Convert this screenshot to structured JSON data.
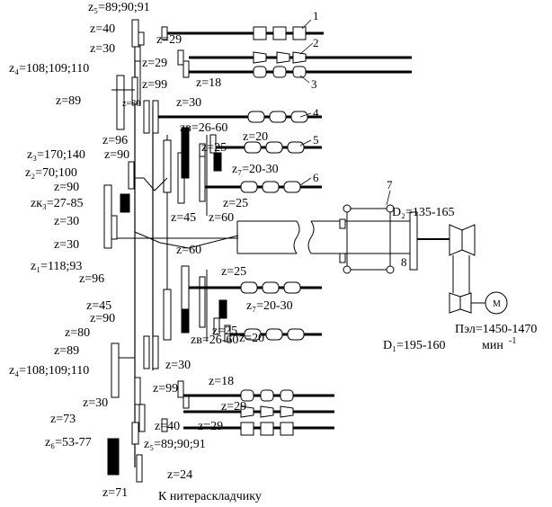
{
  "labels": {
    "z5_top": "z₅=89;90;91",
    "z40_top": "z=40",
    "z29_a": "z=29",
    "z30_top": "z=30",
    "z29_b": "z=29",
    "z4_top": "z₄=108;109;110",
    "z18_top": "z=18",
    "z99_top": "z=99",
    "z89_top": "z=89",
    "z80_top": "z=80",
    "z30_mid": "z=30",
    "zv_top": "zв=26-60",
    "z96_top": "z=96",
    "z20_top": "z=20",
    "z25_top": "z=25",
    "z3": "z₃=170;140",
    "z90_top": "z=90",
    "z7_top": "z₇=20-30",
    "z2": "z₂=70;100",
    "z90_l": "z=90",
    "z25_top2": "z=25",
    "zk": "zк₃=27-85",
    "z45_top": "z=45",
    "z60_top": "z=60",
    "z30_l1": "z=30",
    "z30_l2": "z=30",
    "z60_mid": "z=60",
    "z1": "z₁=118;93",
    "z96_bot": "z=96",
    "z25_bot1": "z=25",
    "z45_bot": "z=45",
    "z7_bot": "z₇=20-30",
    "z90_bot": "z=90",
    "z25_bot2": "z=25",
    "z20_bot": "z=20",
    "z80_bot": "z=80",
    "zv_bot": "zв=26-60",
    "z89_bot": "z=89",
    "z30_bot": "z=30",
    "z4_bot": "z₄=108;109;110",
    "z18_bot": "z=18",
    "z99_bot": "z=99",
    "z30_bot2": "z=30",
    "z29_bot1": "z=29",
    "z40_bot": "z=40",
    "z29_bot2": "z=29",
    "z73": "z=73",
    "z6": "z₆=53-77",
    "z5_bot": "z₅=89;90;91",
    "z24": "z=24",
    "z71": "z=71",
    "to_distributor": "К нитераскладчику",
    "d2": "D₂=135-165",
    "d1": "D₁=195-160",
    "motor_speed": "Пэл=1450-1470",
    "motor_unit": "мин",
    "motor_unit_exp": "-1",
    "motor_symbol": "M",
    "pos_1": "1",
    "pos_2": "2",
    "pos_3": "3",
    "pos_4": "4",
    "pos_5": "5",
    "pos_6": "6",
    "pos_7": "7",
    "pos_8": "8"
  }
}
